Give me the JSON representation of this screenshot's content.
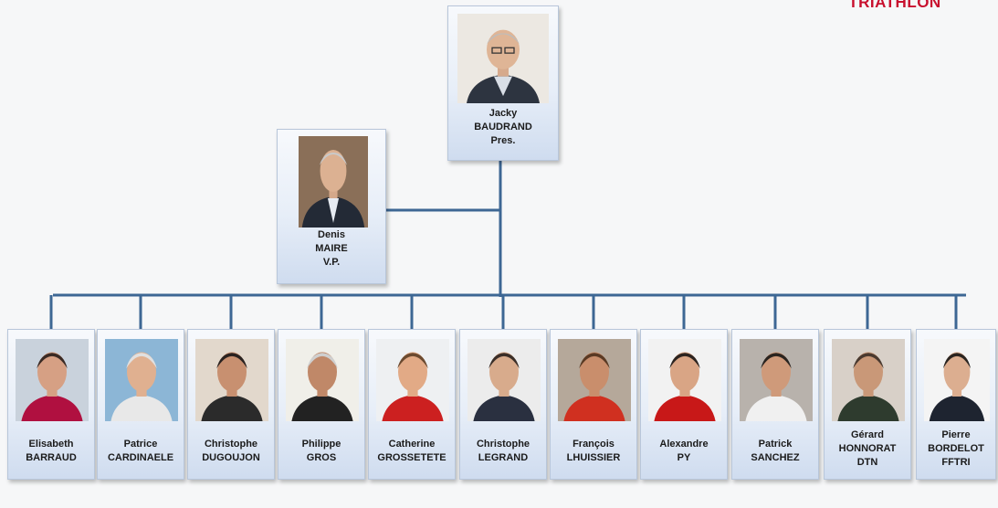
{
  "brand": {
    "text": "TRIATHLON",
    "color": "#c8102e"
  },
  "colors": {
    "connector": "#3d6794",
    "card_bottom": "#cfdcef"
  },
  "president": {
    "first": "Jacky",
    "last": "BAUDRAND",
    "role": "Pres."
  },
  "vice_president": {
    "first": "Denis",
    "last": "MAIRE",
    "role": "V.P."
  },
  "members": [
    {
      "first": "Elisabeth",
      "last": "BARRAUD",
      "role": ""
    },
    {
      "first": "Patrice",
      "last": "CARDINAELE",
      "role": ""
    },
    {
      "first": "Christophe",
      "last": "DUGOUJON",
      "role": ""
    },
    {
      "first": "Philippe",
      "last": "GROS",
      "role": ""
    },
    {
      "first": "Catherine",
      "last": "GROSSETETE",
      "role": ""
    },
    {
      "first": "Christophe",
      "last": "LEGRAND",
      "role": ""
    },
    {
      "first": "François",
      "last": "LHUISSIER",
      "role": ""
    },
    {
      "first": "Alexandre",
      "last": "PY",
      "role": ""
    },
    {
      "first": "Patrick",
      "last": "SANCHEZ",
      "role": ""
    },
    {
      "first": "Gérard",
      "last": "HONNORAT",
      "role": "DTN"
    },
    {
      "first": "Pierre",
      "last": "BORDELOT",
      "role": "FFTRI"
    }
  ]
}
